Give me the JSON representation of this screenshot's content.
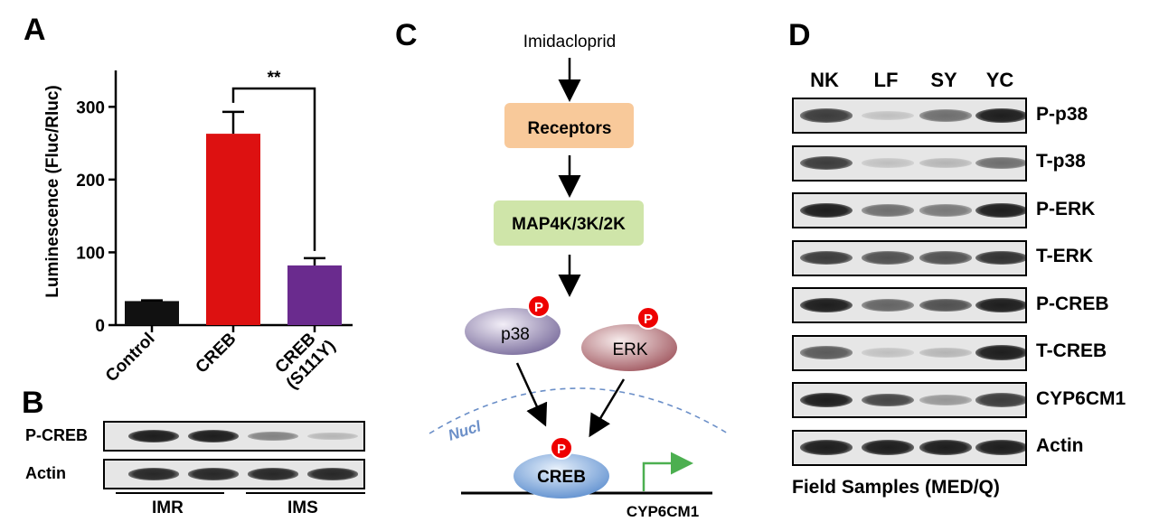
{
  "panels": {
    "a": "A",
    "b": "B",
    "c": "C",
    "d": "D"
  },
  "colors": {
    "control": "#111111",
    "creb": "#dd1111",
    "creb_mut": "#6a2b8e",
    "receptor_box": "#f8c99a",
    "map_box": "#cfe5a9",
    "arrow_green": "#4caf50",
    "nucleus": "#6b8fc8"
  },
  "chart_data": {
    "type": "bar",
    "categories": [
      "Control",
      "CREB",
      "CREB (S111Y)"
    ],
    "series": [
      {
        "values": [
          33,
          263,
          82
        ]
      }
    ],
    "errors": [
      1,
      30,
      10
    ],
    "ylabel": "Luminescence (Fluc/Rluc)",
    "ylim": [
      0,
      350
    ],
    "yticks": [
      0,
      100,
      200,
      300
    ],
    "annotation": "**",
    "tick_labels": {
      "control": "Control",
      "creb": "CREB",
      "creb_mut_1": "CREB",
      "creb_mut_2": "(S111Y)"
    }
  },
  "panel_b": {
    "rows": [
      {
        "label": "P-CREB",
        "intensities": [
          0.95,
          0.95,
          0.45,
          0.2
        ]
      },
      {
        "label": "Actin",
        "intensities": [
          0.9,
          0.9,
          0.9,
          0.9
        ]
      }
    ],
    "groups": [
      "IMR",
      "IMS"
    ]
  },
  "panel_c": {
    "input": "Imidacloprid",
    "receptors": "Receptors",
    "kinases": "MAP4K/3K/2K",
    "p38": "p38",
    "erk": "ERK",
    "creb": "CREB",
    "phospho": "P",
    "nucleus": "Nucl",
    "gene": "CYP6CM1"
  },
  "panel_d": {
    "lanes": [
      "NK",
      "LF",
      "SY",
      "YC"
    ],
    "rows": [
      {
        "label": "P-p38",
        "intensities": [
          0.8,
          0.15,
          0.55,
          0.95
        ]
      },
      {
        "label": "T-p38",
        "intensities": [
          0.8,
          0.15,
          0.2,
          0.55
        ]
      },
      {
        "label": "P-ERK",
        "intensities": [
          0.95,
          0.55,
          0.5,
          0.95
        ]
      },
      {
        "label": "T-ERK",
        "intensities": [
          0.8,
          0.7,
          0.7,
          0.85
        ]
      },
      {
        "label": "P-CREB",
        "intensities": [
          0.95,
          0.6,
          0.7,
          0.95
        ]
      },
      {
        "label": "T-CREB",
        "intensities": [
          0.65,
          0.15,
          0.2,
          0.95
        ]
      },
      {
        "label": "CYP6CM1",
        "intensities": [
          0.95,
          0.75,
          0.35,
          0.8
        ]
      },
      {
        "label": "Actin",
        "intensities": [
          0.95,
          0.95,
          0.95,
          0.95
        ]
      }
    ],
    "caption": "Field Samples (MED/Q)"
  }
}
